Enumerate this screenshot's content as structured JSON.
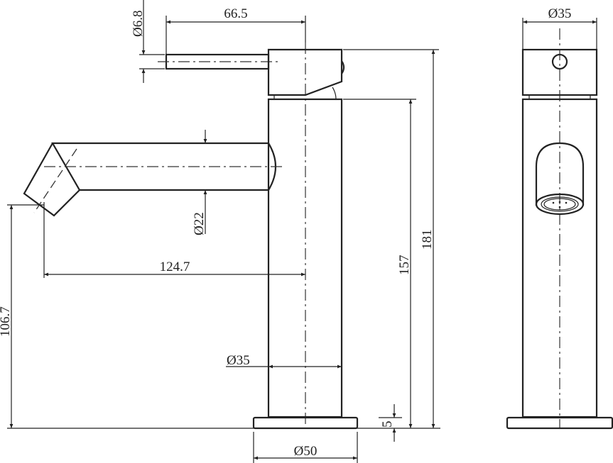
{
  "drawing": {
    "front_view": {
      "lever_length": "66.5",
      "lever_diameter": "Ø6.8",
      "spout_diameter": "Ø22",
      "spout_reach": "124.7",
      "spout_height": "106.7",
      "body_diameter": "Ø35",
      "base_thickness": "5",
      "body_height": "157",
      "total_height": "181",
      "base_diameter": "Ø50"
    },
    "side_view": {
      "body_diameter": "Ø35"
    }
  }
}
